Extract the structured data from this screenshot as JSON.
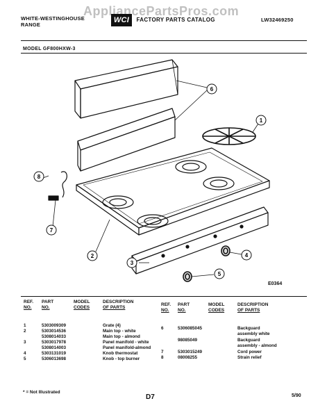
{
  "watermark": "AppliancePartsPros.com",
  "header": {
    "brand_line1": "WHITE-WESTINGHOUSE",
    "brand_line2": "RANGE",
    "logo": "WCI",
    "catalog_title": "FACTORY PARTS CATALOG",
    "doc_number": "LW32469250"
  },
  "model": "MODEL GF800HXW-3",
  "figure_code": "E0364",
  "callouts": [
    "6",
    "1",
    "8",
    "7",
    "2",
    "3",
    "4",
    "5"
  ],
  "table_headers": {
    "ref_no": [
      "REF.",
      "NO."
    ],
    "part_no": [
      "PART",
      "NO."
    ],
    "model_codes": [
      "MODEL",
      "CODES"
    ],
    "description": [
      "DESCRIPTION",
      "OF PARTS"
    ]
  },
  "parts_left": [
    {
      "ref": "1",
      "part": "5303009309",
      "desc": "Grate (4)"
    },
    {
      "ref": "2",
      "part": "5303014536",
      "desc": "Main top - white"
    },
    {
      "ref": "",
      "part": "5308014033",
      "desc": "Main top - almond"
    },
    {
      "ref": "3",
      "part": "5303017978",
      "desc": "Panel manifold - white"
    },
    {
      "ref": "",
      "part": "5308014003",
      "desc": "Panel manifold-almond"
    },
    {
      "ref": "4",
      "part": "5303131019",
      "desc": "Knob thermostat"
    },
    {
      "ref": "5",
      "part": "5306013698",
      "desc": "Knob - top burner"
    }
  ],
  "parts_right": [
    {
      "ref": "6",
      "part": "5306085045",
      "desc": "Backguard"
    },
    {
      "ref": "",
      "part": "",
      "desc": "assembly white"
    },
    {
      "ref": "",
      "part": "98085049",
      "desc": "Backguard"
    },
    {
      "ref": "",
      "part": "",
      "desc": "assembly - almond"
    },
    {
      "ref": "7",
      "part": "5303015249",
      "desc": "Cord power"
    },
    {
      "ref": "8",
      "part": "08008255",
      "desc": "Strain relief"
    }
  ],
  "footer": {
    "note": "* = Not Illustrated",
    "page": "D7",
    "date": "5/90"
  }
}
